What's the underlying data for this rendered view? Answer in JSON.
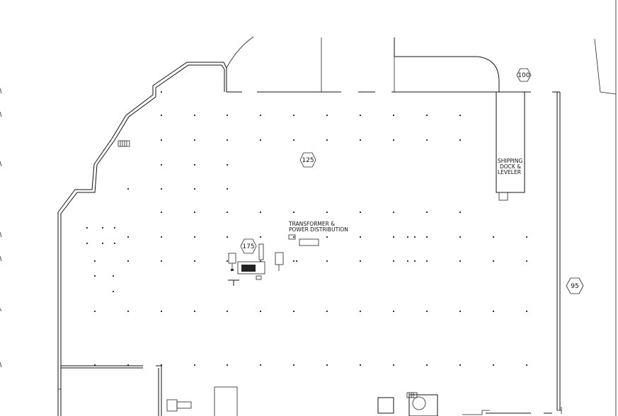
{
  "labels": {
    "shipping_line1": "SHIPPING",
    "shipping_line2": "DOCK &",
    "shipping_line3": "LEVELER",
    "transformer_line1": "TRANSFORMER &",
    "transformer_line2": "POWER DISTRIBUTION"
  },
  "markers": {
    "m100": "100",
    "m125": "125",
    "m175": "175",
    "m95": "95"
  },
  "colors": {
    "line": "#111111",
    "background": "#ffffff"
  }
}
